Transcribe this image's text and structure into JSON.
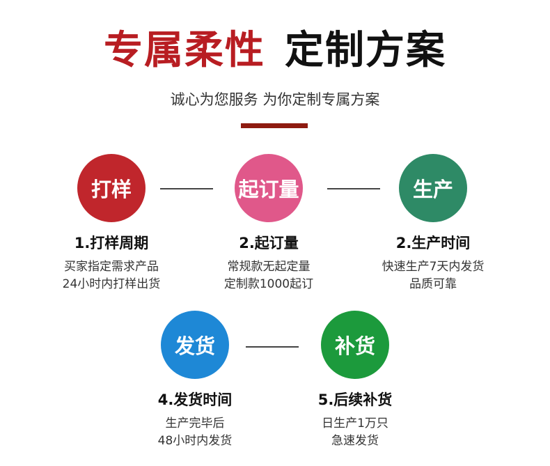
{
  "header": {
    "title_red": "专属柔性",
    "title_black": "定制方案",
    "subtitle": "诚心为您服务 为你定制专属方案"
  },
  "steps": [
    {
      "circle_label": "打样",
      "title": "1.打样周期",
      "lines": [
        "买家指定需求产品",
        "24小时内打样出货"
      ],
      "color": "#c0262c"
    },
    {
      "circle_label": "起订量",
      "title": "2.起订量",
      "lines": [
        "常规款无起定量",
        "定制款1000起订"
      ],
      "color": "#e0588a"
    },
    {
      "circle_label": "生产",
      "title": "2.生产时间",
      "lines": [
        "快速生产7天内发货",
        "品质可靠"
      ],
      "color": "#2e8a66"
    },
    {
      "circle_label": "发货",
      "title": "4.发货时间",
      "lines": [
        "生产完毕后",
        "48小时内发货"
      ],
      "color": "#1e88d6"
    },
    {
      "circle_label": "补货",
      "title": "5.后续补货",
      "lines": [
        "日生产1万只",
        "急速发货"
      ],
      "color": "#1c9a3c"
    }
  ],
  "colors": {
    "title_red": "#b81d22",
    "underline": "#8e1b10"
  }
}
